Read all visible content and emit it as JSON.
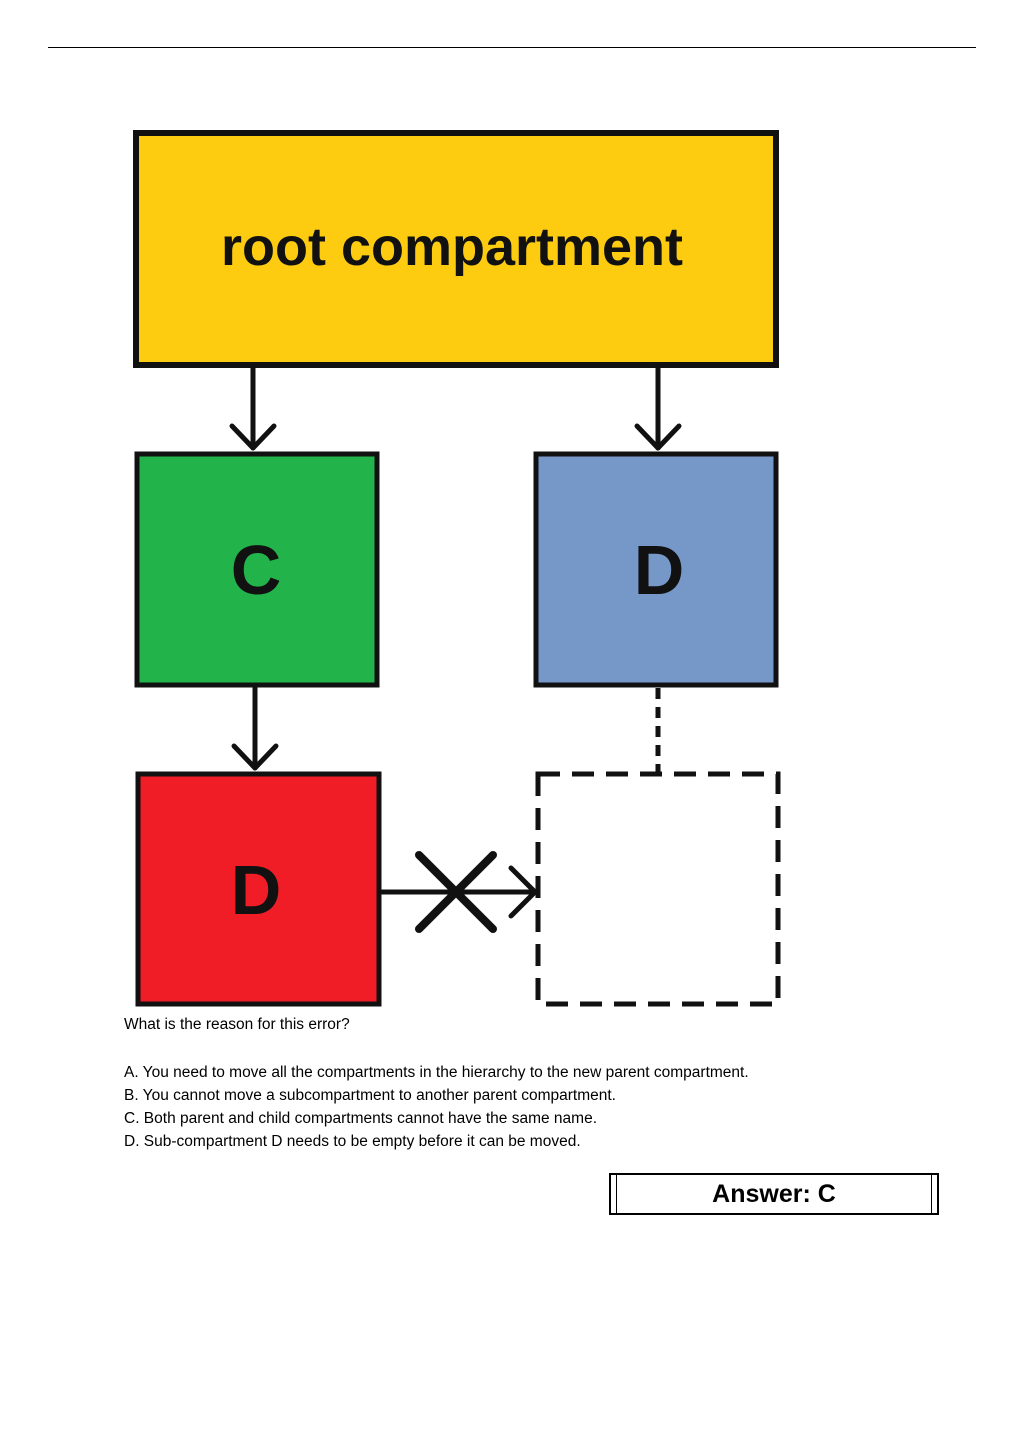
{
  "diagram": {
    "root_label": "root compartment",
    "c_label": "C",
    "d_label": "D",
    "d_moved_label": "D",
    "colors": {
      "root": "#fdcc10",
      "c": "#23b34b",
      "d": "#7598c8",
      "d_moved": "#f01c26",
      "outline": "#111111"
    }
  },
  "question": {
    "prompt": "What is the reason for this error?",
    "options": [
      "A. You need to move all the compartments in the hierarchy to the new parent compartment.",
      "B. You cannot move a subcompartment to another parent compartment.",
      "C. Both parent and child compartments cannot have the same name.",
      "D. Sub-compartment D needs to be empty before it can be moved."
    ]
  },
  "answer": {
    "text": "Answer: C"
  }
}
